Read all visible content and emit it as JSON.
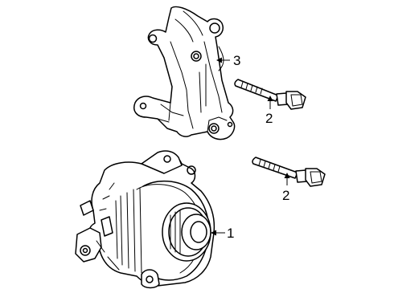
{
  "callouts": {
    "alternator": "1",
    "bolt_upper": "2",
    "bracket": "3",
    "bolt_lower": "2"
  }
}
